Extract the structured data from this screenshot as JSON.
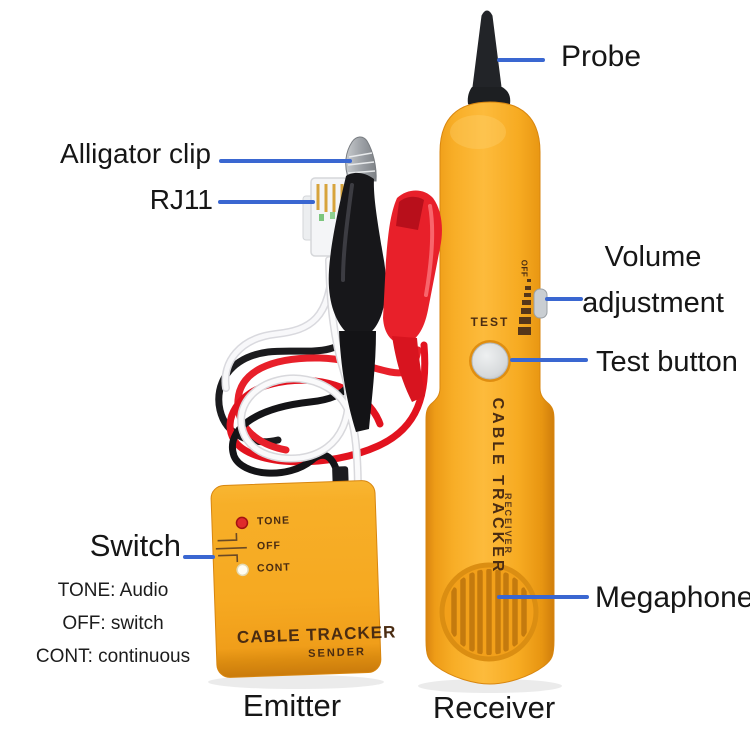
{
  "diagram": {
    "callouts": {
      "probe": "Probe",
      "alligator_clip": "Alligator clip",
      "rj11": "RJ11",
      "volume_adjustment": {
        "line1": "Volume",
        "line2": "adjustment"
      },
      "test_button": "Test button",
      "switch": "Switch",
      "megaphone": "Megaphone"
    },
    "switch_legend": [
      "TONE: Audio",
      "OFF: switch",
      "CONT: continuous"
    ],
    "captions": {
      "emitter": "Emitter",
      "receiver": "Receiver"
    }
  },
  "emitter_device": {
    "switch_positions": [
      "TONE",
      "OFF",
      "CONT"
    ],
    "brand": "CABLE TRACKER",
    "model": "SENDER"
  },
  "receiver_device": {
    "test_label": "TEST",
    "brand": "CABLE TRACKER",
    "model": "RECEIVER",
    "volume_off_label": "OFF"
  },
  "colors": {
    "body_yellow": "#F7AC26",
    "body_shadow_yellow": "#D9880F",
    "leader_blue": "#3A67D1",
    "device_text_brown": "#4A2C12",
    "led_red": "#E02B2B",
    "clip_red": "#E8202A",
    "clip_black": "#17171A",
    "wire_white": "#F7F7F9",
    "label_black": "#161616"
  }
}
